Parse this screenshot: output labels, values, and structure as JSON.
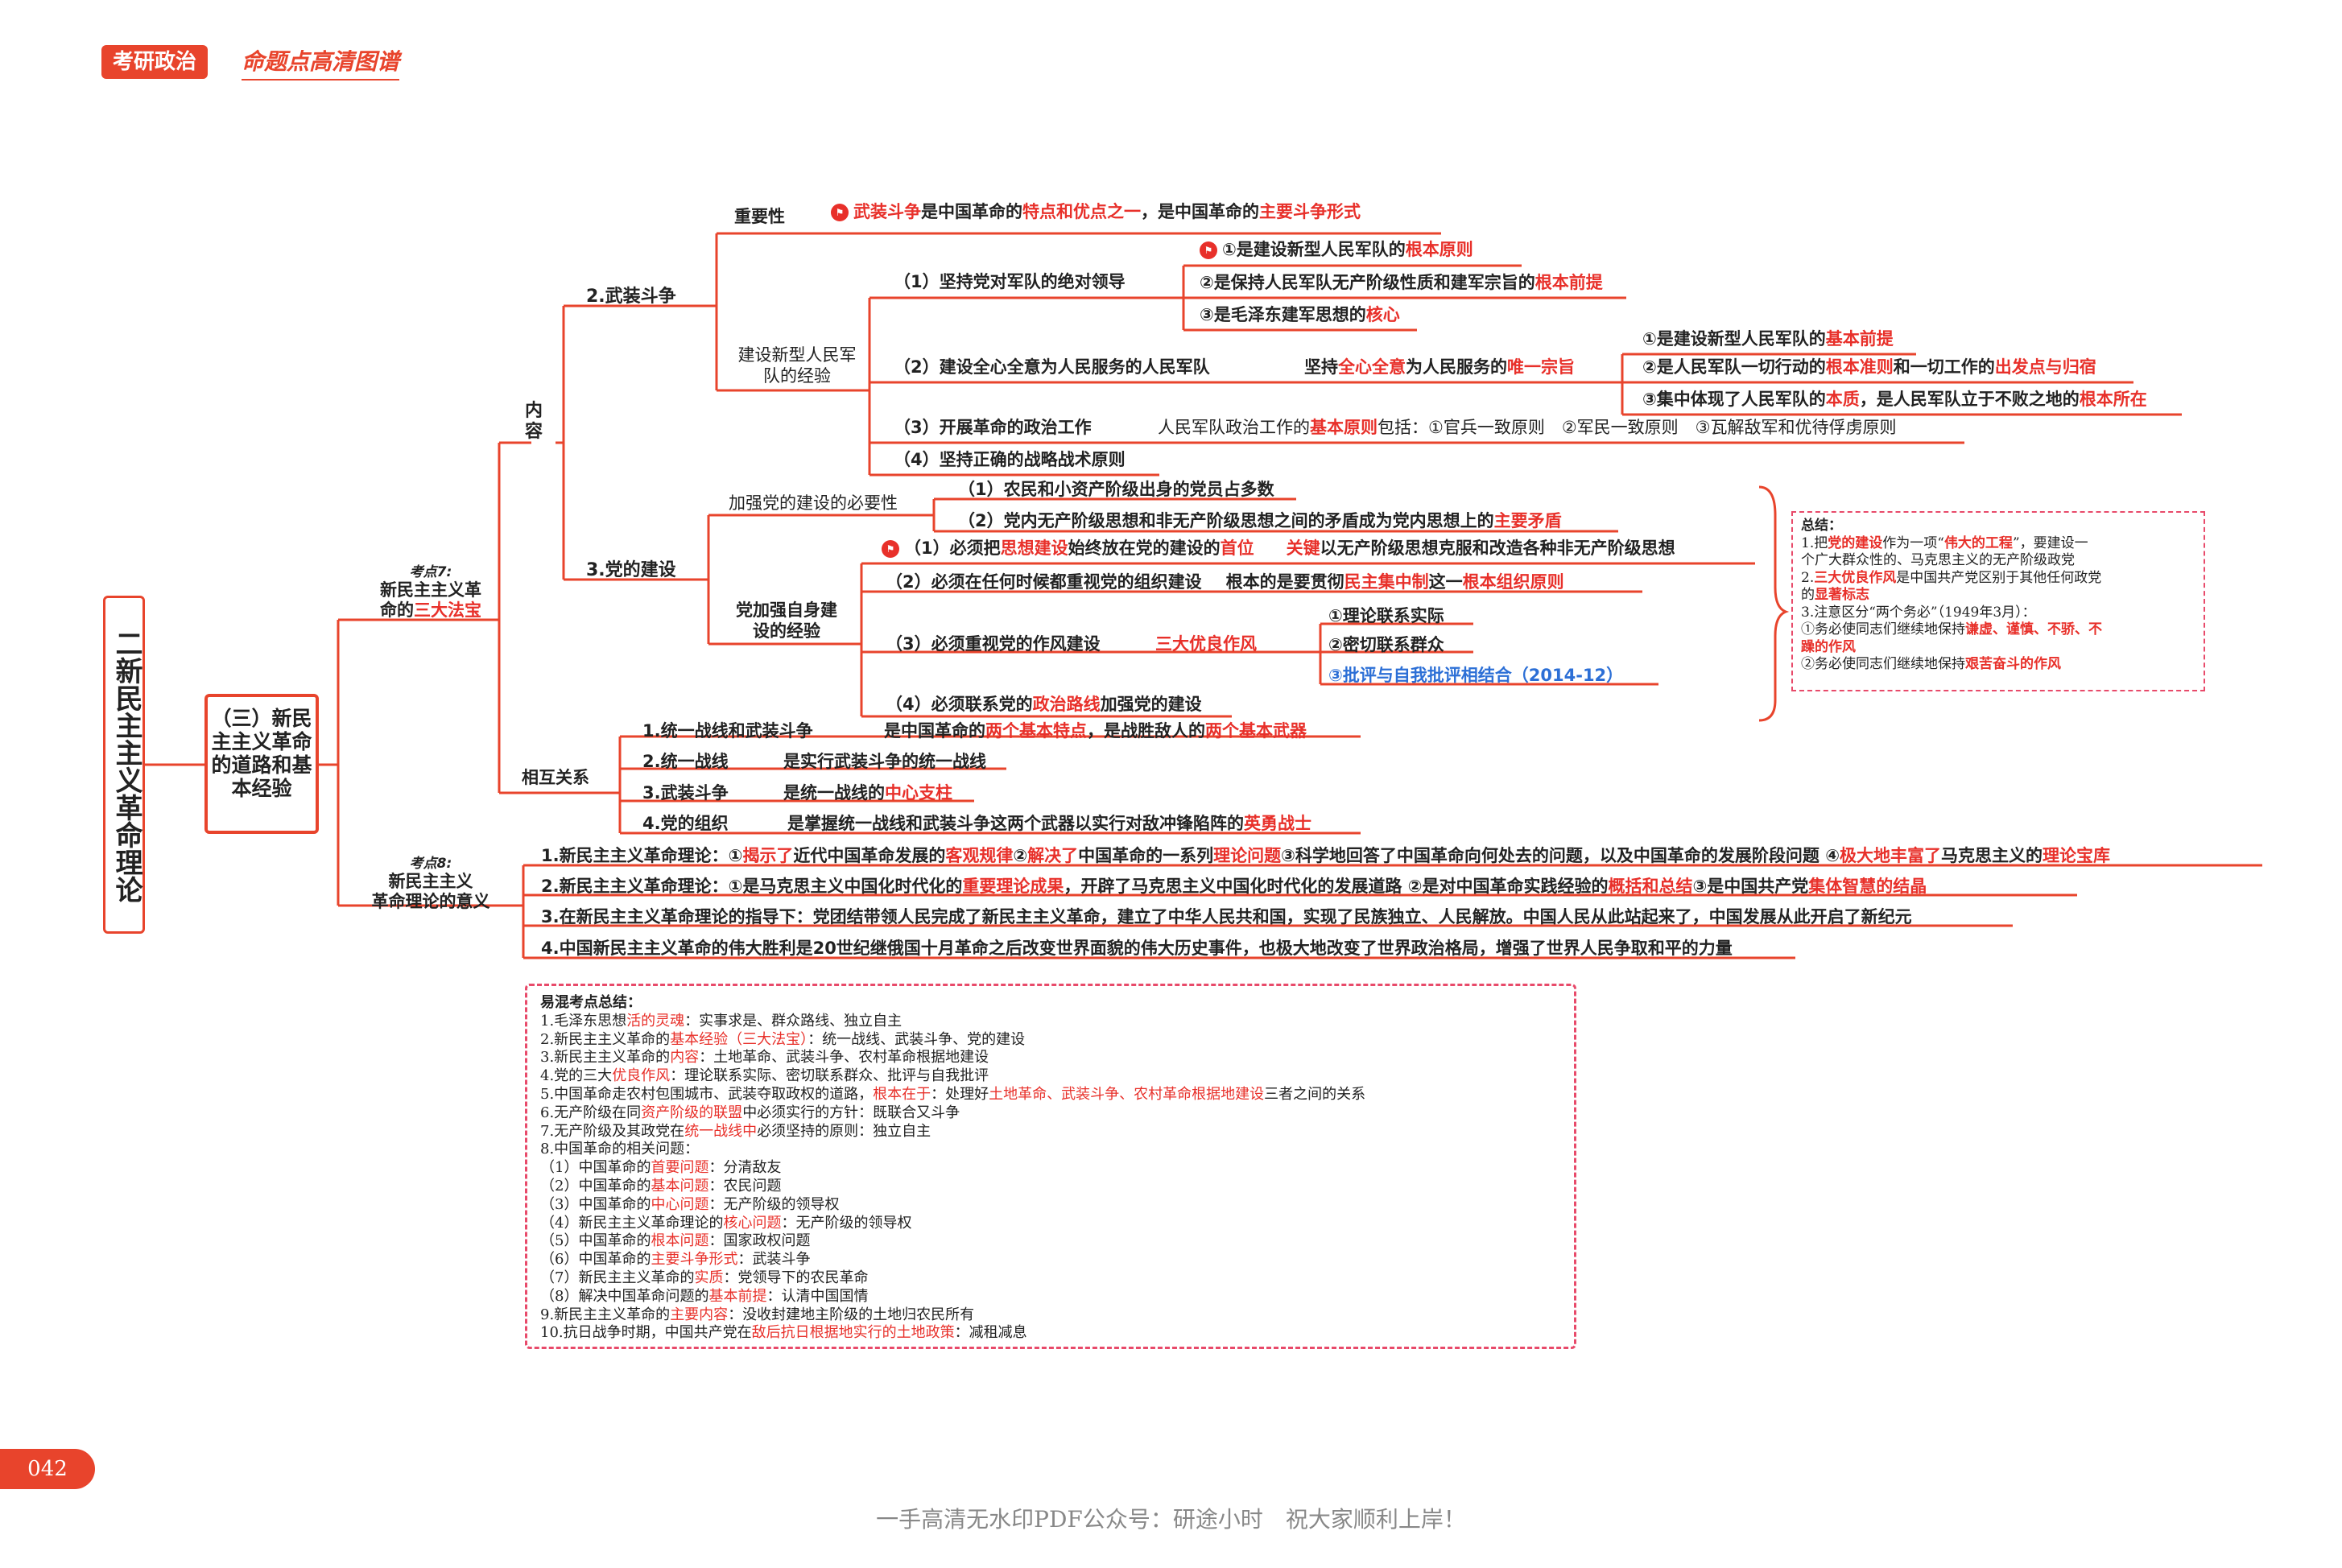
{
  "header": {
    "brand": "考研政治",
    "subtitle": "命题点高清图谱"
  },
  "root": {
    "num": "二",
    "title": "新民主主义革命理论"
  },
  "section": {
    "title": "（三）新民主主义革命的道路和基本经验"
  },
  "kp7": {
    "label": "考点7:",
    "title_a": "新民主主义革",
    "title_b": "命的",
    "title_red": "三大法宝"
  },
  "kp8": {
    "label": "考点8:",
    "title_a": "新民主主义",
    "title_b": "革命理论的意义"
  },
  "content_label": "内容",
  "armed": {
    "label": "2.武装斗争",
    "importance_label": "重要性",
    "importance": [
      "武装斗争",
      "是中国革命的",
      "特点和优点之一",
      "，是中国革命的",
      "主要斗争形式"
    ],
    "army_label": "建设新型人民军队的经验",
    "p1_label": "（1）坚持党对军队的绝对领导",
    "p1_items": [
      [
        "①是建设新型人民军队的",
        "根本原则"
      ],
      [
        "②是保持人民军队无产阶级性质和建军宗旨的",
        "根本前提"
      ],
      [
        "③是毛泽东建军思想的",
        "核心"
      ]
    ],
    "p2_label": "（2）建设全心全意为人民服务的人民军队",
    "p2_mid": [
      "坚持",
      "全心全意",
      "为人民服务的",
      "唯一宗旨"
    ],
    "p2_items": [
      [
        "①是建设新型人民军队的",
        "基本前提"
      ],
      [
        "②是人民军队一切行动的",
        "根本准则",
        "和一切工作的",
        "出发点与归宿"
      ],
      [
        "③集中体现了人民军队的",
        "本质",
        "，是人民军队立于不败之地的",
        "根本所在"
      ]
    ],
    "p3_label": "（3）开展革命的政治工作",
    "p3_text": [
      "人民军队政治工作的",
      "基本原则",
      "包括：①官兵一致原则　②军民一致原则　③瓦解敌军和优待俘虏原则"
    ],
    "p4_label": "（4）坚持正确的战略战术原则"
  },
  "party": {
    "label": "3.党的建设",
    "need_label": "加强党的建设的必要性",
    "need1": "（1）农民和小资产阶级出身的党员占多数",
    "need2": [
      "（2）党内无产阶级思想和非无产阶级思想之间的矛盾成为党内思想上的",
      "主要矛盾"
    ],
    "exp_label": "党加强自身建设的经验",
    "e1": [
      "（1）必须把",
      "思想建设",
      "始终放在党的建设的",
      "首位",
      "关键",
      "以无产阶级思想克服和改造各种非无产阶级思想"
    ],
    "e2": [
      "（2）必须在任何时候都重视党的组织建设",
      "根本的是要贯彻",
      "民主集中制",
      "这一",
      "根本组织原则"
    ],
    "e3_label": "（3）必须重视党的作风建设",
    "e3_mid": "三大优良作风",
    "e3_items": [
      "①理论联系实际",
      "②密切联系群众",
      "③批评与自我批评相结合（2014-12）"
    ],
    "e4": [
      "（4）必须联系党的",
      "政治路线",
      "加强党的建设"
    ]
  },
  "relation": {
    "label": "相互关系",
    "rows": [
      [
        "1.统一战线和武装斗争",
        "是中国革命的",
        "两个基本特点",
        "，是战胜敌人的",
        "两个基本武器"
      ],
      [
        "2.统一战线",
        "是实行武装斗争的统一战线",
        "",
        "",
        ""
      ],
      [
        "3.武装斗争",
        "是统一战线的",
        "中心支柱",
        "",
        ""
      ],
      [
        "4.党的组织",
        "是掌握统一战线和武装斗争这两个武器以实行对敌冲锋陷阵的",
        "英勇战士",
        "",
        ""
      ]
    ]
  },
  "significance": [
    [
      "1.新民主主义革命理论：①",
      "揭示了",
      "近代中国革命发展的",
      "客观规律",
      "②",
      "解决了",
      "中国革命的一系列",
      "理论问题",
      "③科学地回答了中国革命向何处去的问题，以及中国革命的发展阶段问题 ④",
      "极大地丰富了",
      "马克思主义的",
      "理论宝库"
    ],
    [
      "2.新民主主义革命理论：①是马克思主义中国化时代化的",
      "重要理论成果",
      "，开辟了马克思主义中国化时代化的发展道路 ②是对中国革命实践经验的",
      "概括和总结",
      "③是中国共产党",
      "集体智慧的结晶"
    ],
    [
      "3.在新民主主义革命理论的指导下：党团结带领人民完成了新民主主义革命，建立了中华人民共和国，实现了民族独立、人民解放。中国人民从此站起来了，中国发展从此开启了新纪元"
    ],
    [
      "4.中国新民主主义革命的伟大胜利是20世纪继俄国十月革命之后改变世界面貌的伟大历史事件，也极大地改变了世界政治格局，增强了世界人民争取和平的力量"
    ]
  ],
  "summary": {
    "title": "总结：",
    "lines": [
      [
        "1.把",
        "党的建设",
        "作为一项“",
        "伟大的工程",
        "”，要建设一"
      ],
      [
        "个广大群众性的、马克思主义的无产阶级政党"
      ],
      [
        "2.",
        "三大优良作风",
        "是中国共产党区别于其他任何政党"
      ],
      [
        "的",
        "显著标志"
      ],
      [
        "3.注意区分“两个务必”（1949年3月）："
      ],
      [
        "①务必使同志们继续地保持",
        "谦虚、谨慎、不骄、不"
      ],
      [
        "躁的作风"
      ],
      [
        "②务必使同志们继续地保持",
        "艰苦奋斗的作风"
      ]
    ]
  },
  "confuse": {
    "title": "易混考点总结：",
    "lines": [
      [
        "1.毛泽东思想",
        "活的灵魂",
        "：实事求是、群众路线、独立自主"
      ],
      [
        "2.新民主主义革命的",
        "基本经验（三大法宝）",
        "：统一战线、武装斗争、党的建设"
      ],
      [
        "3.新民主主义革命的",
        "内容",
        "：土地革命、武装斗争、农村革命根据地建设"
      ],
      [
        "4.党的三大",
        "优良作风",
        "：理论联系实际、密切联系群众、批评与自我批评"
      ],
      [
        "5.中国革命走农村包围城市、武装夺取政权的道路，",
        "根本在于",
        "：处理好",
        "土地革命、武装斗争、农村革命根据地建设",
        "三者之间的关系"
      ],
      [
        "6.无产阶级在同",
        "资产阶级的联盟",
        "中必须实行的方针：既联合又斗争"
      ],
      [
        "7.无产阶级及其政党在",
        "统一战线中",
        "必须坚持的原则：独立自主"
      ],
      [
        "8.中国革命的相关问题："
      ],
      [
        "（1）中国革命的",
        "首要问题",
        "：分清敌友"
      ],
      [
        "（2）中国革命的",
        "基本问题",
        "：农民问题"
      ],
      [
        "（3）中国革命的",
        "中心问题",
        "：无产阶级的领导权"
      ],
      [
        "（4）新民主主义革命理论的",
        "核心问题",
        "：无产阶级的领导权"
      ],
      [
        "（5）中国革命的",
        "根本问题",
        "：国家政权问题"
      ],
      [
        "（6）中国革命的",
        "主要斗争形式",
        "：武装斗争"
      ],
      [
        "（7）新民主主义革命的",
        "实质",
        "：党领导下的农民革命"
      ],
      [
        "（8）解决中国革命问题的",
        "基本前提",
        "：认清中国国情"
      ],
      [
        "9.新民主主义革命的",
        "主要内容",
        "：没收封建地主阶级的土地归农民所有"
      ],
      [
        "10.抗日战争时期，中国共产党在",
        "敌后抗日根据地实行的土地政策",
        "：减租减息"
      ]
    ]
  },
  "page": "042",
  "footer": "一手高清无水印PDF公众号：研途小时　祝大家顺利上岸！"
}
